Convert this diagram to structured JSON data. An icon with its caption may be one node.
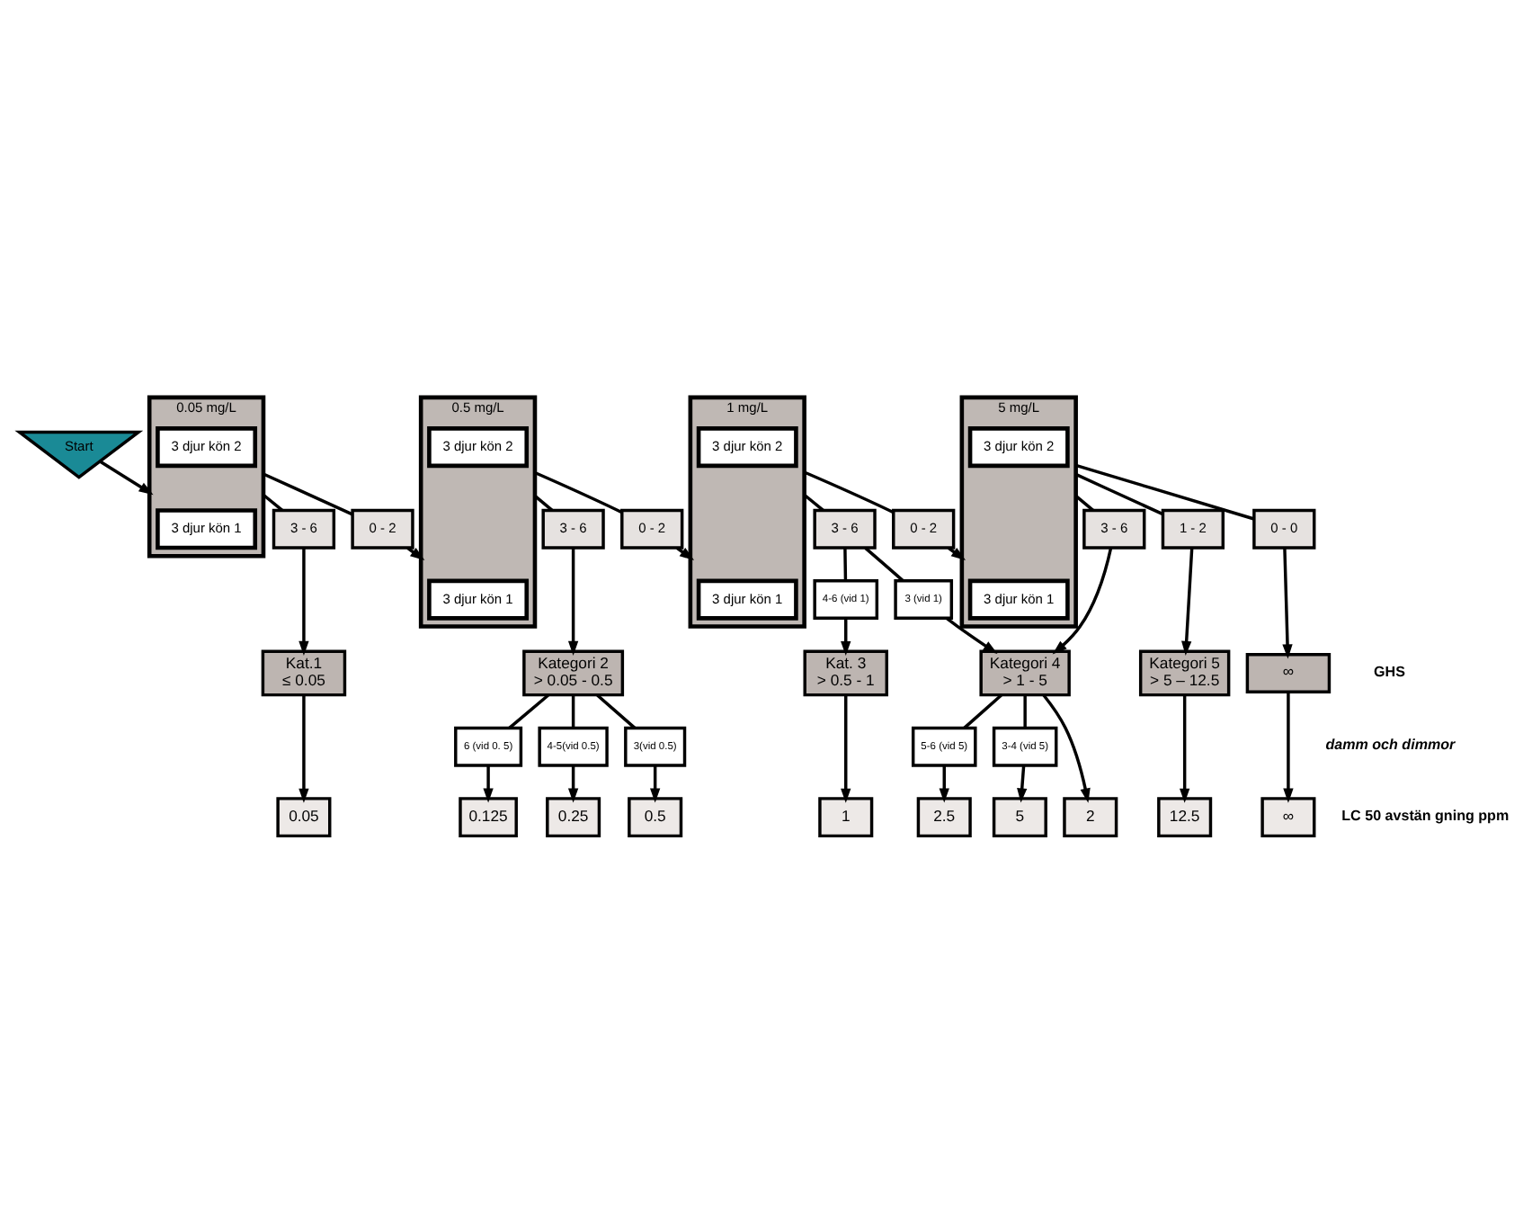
{
  "diagram": {
    "nodes": [
      {
        "text": [
          "Start"
        ]
      },
      {
        "text": [
          "0.05 mg/L"
        ]
      },
      {
        "text": [
          "3 djur kön 1"
        ],
        "in": 1
      },
      {
        "text": [
          "3 djur kön 2"
        ],
        "in": 1
      },
      {
        "text": [
          "0.5 mg/L"
        ]
      },
      {
        "text": [
          "3 djur kön 1"
        ],
        "in": 4
      },
      {
        "text": [
          "3 djur kön 2"
        ],
        "in": 4
      },
      {
        "text": [
          "1 mg/L"
        ]
      },
      {
        "text": [
          "3 djur kön 1"
        ],
        "in": 7
      },
      {
        "text": [
          "3 djur kön 2"
        ],
        "in": 7
      },
      {
        "text": [
          "5 mg/L"
        ]
      },
      {
        "text": [
          "3 djur kön 1"
        ],
        "in": 10
      },
      {
        "text": [
          "3 djur kön 2"
        ],
        "in": 10
      },
      {
        "text": [
          "3 - 6"
        ]
      },
      {
        "text": [
          "0 - 2"
        ]
      },
      {
        "text": [
          "3 - 6"
        ]
      },
      {
        "text": [
          "0 - 2"
        ]
      },
      {
        "text": [
          "3 - 6"
        ]
      },
      {
        "text": [
          "0 - 2"
        ]
      },
      {
        "text": [
          "3 - 6"
        ]
      },
      {
        "text": [
          "1 - 2"
        ]
      },
      {
        "text": [
          "0 - 0"
        ]
      },
      {
        "text": [
          "4-6 (vid 1)"
        ]
      },
      {
        "text": [
          "3 (vid 1)"
        ]
      },
      {
        "text": [
          "Kat.1",
          "≤ 0.05"
        ]
      },
      {
        "text": [
          "Kategori 2",
          "> 0.05 - 0.5"
        ]
      },
      {
        "text": [
          "Kat. 3",
          "> 0.5 - 1"
        ]
      },
      {
        "text": [
          "Kategori 4",
          "> 1 - 5"
        ]
      },
      {
        "text": [
          "Kategori 5",
          "> 5 – 12.5"
        ]
      },
      {
        "text": [
          "∞"
        ]
      },
      {
        "text": [
          "6 (vid 0. 5)"
        ]
      },
      {
        "text": [
          "4-5(vid 0.5)"
        ]
      },
      {
        "text": [
          "3(vid 0.5)"
        ]
      },
      {
        "text": [
          "5-6 (vid 5)"
        ]
      },
      {
        "text": [
          "3-4 (vid 5)"
        ]
      },
      {
        "text": [
          "0.05"
        ]
      },
      {
        "text": [
          "0.125"
        ]
      },
      {
        "text": [
          "0.25"
        ]
      },
      {
        "text": [
          "0.5"
        ]
      },
      {
        "text": [
          "1"
        ]
      },
      {
        "text": [
          "2"
        ]
      },
      {
        "text": [
          "2.5"
        ]
      },
      {
        "text": [
          "5"
        ]
      },
      {
        "text": [
          "12.5"
        ]
      },
      {
        "text": [
          "∞"
        ]
      }
    ],
    "edges": [
      {
        "from": 0,
        "to": 1,
        "arrow": "to"
      },
      {
        "from": 1,
        "to": 13,
        "arrow": "none"
      },
      {
        "from": 1,
        "to": 14,
        "arrow": "none"
      },
      {
        "from": 14,
        "to": 4,
        "arrow": "to"
      },
      {
        "from": 4,
        "to": 15,
        "arrow": "none"
      },
      {
        "from": 4,
        "to": 16,
        "arrow": "none"
      },
      {
        "from": 16,
        "to": 7,
        "arrow": "to"
      },
      {
        "from": 7,
        "to": 17,
        "arrow": "none"
      },
      {
        "from": 7,
        "to": 18,
        "arrow": "none"
      },
      {
        "from": 18,
        "to": 10,
        "arrow": "to"
      },
      {
        "from": 10,
        "to": 19,
        "arrow": "none"
      },
      {
        "from": 10,
        "to": 20,
        "arrow": "none"
      },
      {
        "from": 10,
        "to": 21,
        "arrow": "none"
      },
      {
        "from": 13,
        "to": 24,
        "arrow": "to"
      },
      {
        "from": 15,
        "to": 25,
        "arrow": "to"
      },
      {
        "from": 17,
        "to": 22,
        "arrow": "none"
      },
      {
        "from": 17,
        "to": 23,
        "arrow": "none"
      },
      {
        "from": 22,
        "to": 26,
        "arrow": "to"
      },
      {
        "from": 23,
        "to": 27,
        "arrow": "to"
      },
      {
        "from": 19,
        "to": 27,
        "arrow": "to"
      },
      {
        "from": 20,
        "to": 28,
        "arrow": "to"
      },
      {
        "from": 21,
        "to": 29,
        "arrow": "to"
      },
      {
        "from": 24,
        "to": 35,
        "arrow": "to"
      },
      {
        "from": 25,
        "to": 30,
        "arrow": "none"
      },
      {
        "from": 25,
        "to": 31,
        "arrow": "none"
      },
      {
        "from": 25,
        "to": 32,
        "arrow": "none"
      },
      {
        "from": 30,
        "to": 36,
        "arrow": "to"
      },
      {
        "from": 31,
        "to": 37,
        "arrow": "to"
      },
      {
        "from": 32,
        "to": 38,
        "arrow": "to"
      },
      {
        "from": 26,
        "to": 39,
        "arrow": "to"
      },
      {
        "from": 27,
        "to": 40,
        "arrow": "to"
      },
      {
        "from": 27,
        "to": 33,
        "arrow": "none"
      },
      {
        "from": 27,
        "to": 34,
        "arrow": "none"
      },
      {
        "from": 33,
        "to": 41,
        "arrow": "to"
      },
      {
        "from": 34,
        "to": 42,
        "arrow": "to"
      },
      {
        "from": 28,
        "to": 43,
        "arrow": "to"
      },
      {
        "from": 29,
        "to": 44,
        "arrow": "to"
      }
    ],
    "labels": [
      "GHS",
      "damm och dimmor",
      "LC 50 avstän gning ppm"
    ]
  }
}
